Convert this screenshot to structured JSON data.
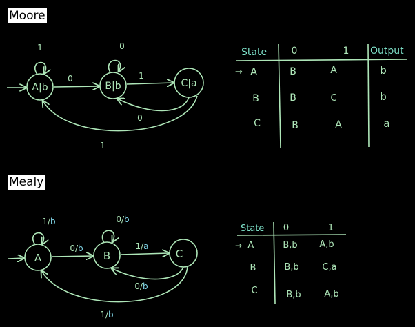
{
  "colors": {
    "background": "#000000",
    "stroke": "#aee6b8",
    "title_text": "#7de0c8",
    "output_text": "#7fd4e6",
    "label_bg": "#ffffff"
  },
  "moore": {
    "title": "Moore",
    "states": [
      {
        "id": "A",
        "label": "A|b",
        "initial": true
      },
      {
        "id": "B",
        "label": "B|b",
        "initial": false
      },
      {
        "id": "C",
        "label": "C|a",
        "initial": false
      }
    ],
    "transitions": [
      {
        "from": "A",
        "to": "A",
        "label": "1"
      },
      {
        "from": "A",
        "to": "B",
        "label": "0"
      },
      {
        "from": "B",
        "to": "B",
        "label": "0"
      },
      {
        "from": "B",
        "to": "C",
        "label": "1"
      },
      {
        "from": "C",
        "to": "B",
        "label": "0"
      },
      {
        "from": "C",
        "to": "A",
        "label": "1"
      }
    ],
    "table": {
      "headers": [
        "State",
        "0",
        "1",
        "Output"
      ],
      "rows": [
        {
          "state": "A",
          "initial": true,
          "on0": "B",
          "on1": "A",
          "output": "b"
        },
        {
          "state": "B",
          "initial": false,
          "on0": "B",
          "on1": "C",
          "output": "b"
        },
        {
          "state": "C",
          "initial": false,
          "on0": "B",
          "on1": "A",
          "output": "a"
        }
      ]
    }
  },
  "mealy": {
    "title": "Mealy",
    "states": [
      {
        "id": "A",
        "label": "A",
        "initial": true
      },
      {
        "id": "B",
        "label": "B",
        "initial": false
      },
      {
        "id": "C",
        "label": "C",
        "initial": false
      }
    ],
    "transitions": [
      {
        "from": "A",
        "to": "A",
        "input": "1",
        "output": "b"
      },
      {
        "from": "A",
        "to": "B",
        "input": "0",
        "output": "b"
      },
      {
        "from": "B",
        "to": "B",
        "input": "0",
        "output": "b"
      },
      {
        "from": "B",
        "to": "C",
        "input": "1",
        "output": "a"
      },
      {
        "from": "C",
        "to": "B",
        "input": "0",
        "output": "b"
      },
      {
        "from": "C",
        "to": "A",
        "input": "1",
        "output": "b"
      }
    ],
    "table": {
      "headers": [
        "State",
        "0",
        "1"
      ],
      "rows": [
        {
          "state": "A",
          "initial": true,
          "on0": "B,b",
          "on1": "A,b"
        },
        {
          "state": "B",
          "initial": false,
          "on0": "B,b",
          "on1": "C,a"
        },
        {
          "state": "C",
          "initial": false,
          "on0": "B,b",
          "on1": "A,b"
        }
      ]
    }
  }
}
